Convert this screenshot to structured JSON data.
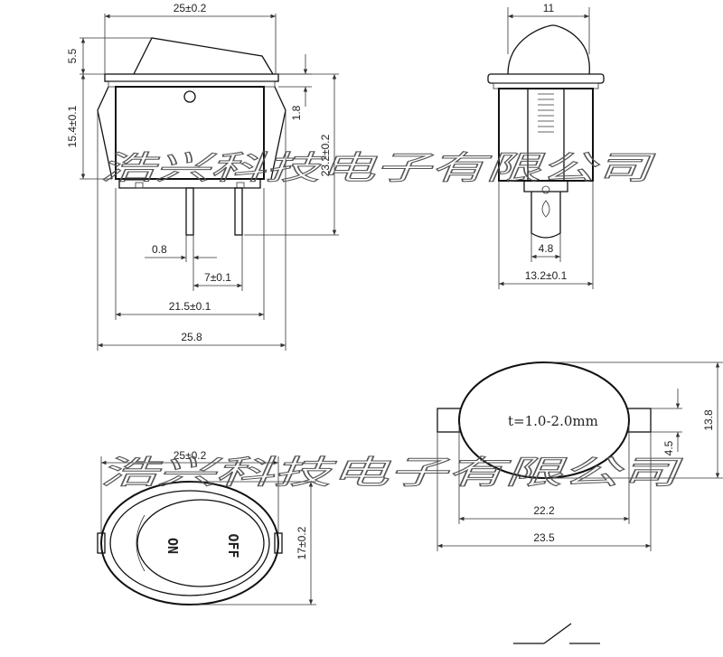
{
  "watermark": "浩兴科技电子有限公司",
  "thickness_note": "t=1.0-2.0mm",
  "front_view": {
    "top_width": "25±0.2",
    "top_height": "5.5",
    "side_height": "15.4±0.1",
    "gap": "1.8",
    "total_height": "23.2±0.2",
    "pin_width": "0.8",
    "pin_spacing": "7±0.1",
    "base_width": "21.5±0.1",
    "overall_width": "25.8"
  },
  "side_view": {
    "top_width": "11",
    "terminal_width": "4.8",
    "body_width": "13.2±0.1"
  },
  "top_view": {
    "width": "25±0.2",
    "height": "17±0.2",
    "label_on": "ON",
    "label_off": "OFF"
  },
  "cutout_view": {
    "height": "13.8",
    "tab_height": "4.5",
    "inner_width": "22.2",
    "outer_width": "23.5"
  }
}
